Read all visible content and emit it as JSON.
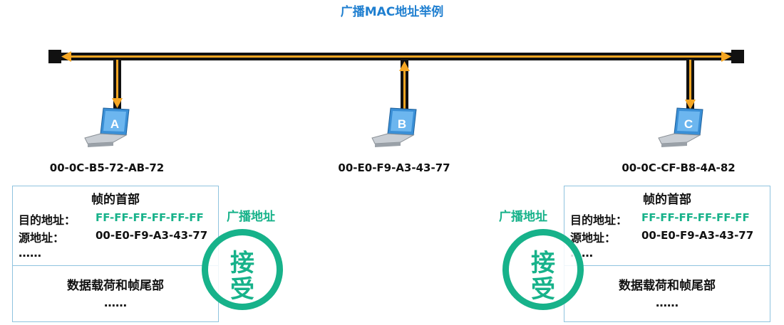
{
  "title": "广播MAC地址举例",
  "hosts": [
    {
      "label": "A",
      "mac": "00-0C-B5-72-AB-72"
    },
    {
      "label": "B",
      "mac": "00-E0-F9-A3-43-77"
    },
    {
      "label": "C",
      "mac": "00-0C-CF-B8-4A-82"
    }
  ],
  "frame": {
    "header_title": "帧的首部",
    "dest_label": "目的地址：",
    "dest_value": "FF-FF-FF-FF-FF-FF",
    "src_label": "源地址：",
    "src_value": "00-E0-F9-A3-43-77",
    "ellipsis": "……",
    "payload_title": "数据载荷和帧尾部",
    "payload_ellipsis": "……"
  },
  "broadcast_label": "广播地址",
  "accept_text": [
    "接",
    "受"
  ],
  "colors": {
    "title": "#1f7fd0",
    "accent_green": "#17b28a",
    "bus": "#111111",
    "signal": "#f5a623",
    "box_border": "#8fc3df"
  }
}
